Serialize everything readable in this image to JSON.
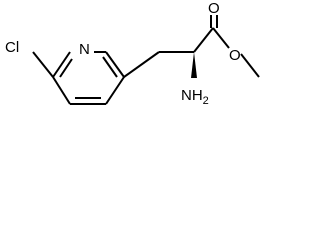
{
  "molecule": {
    "atoms": {
      "chlorine": "Cl",
      "ring_nitrogen": "N",
      "amine": "NH",
      "amine_subscript": "2",
      "carbonyl_oxygen": "O",
      "ester_oxygen": "O"
    },
    "stereo": "wedge",
    "colors": {
      "bond": "#000000",
      "background": "#ffffff"
    }
  }
}
